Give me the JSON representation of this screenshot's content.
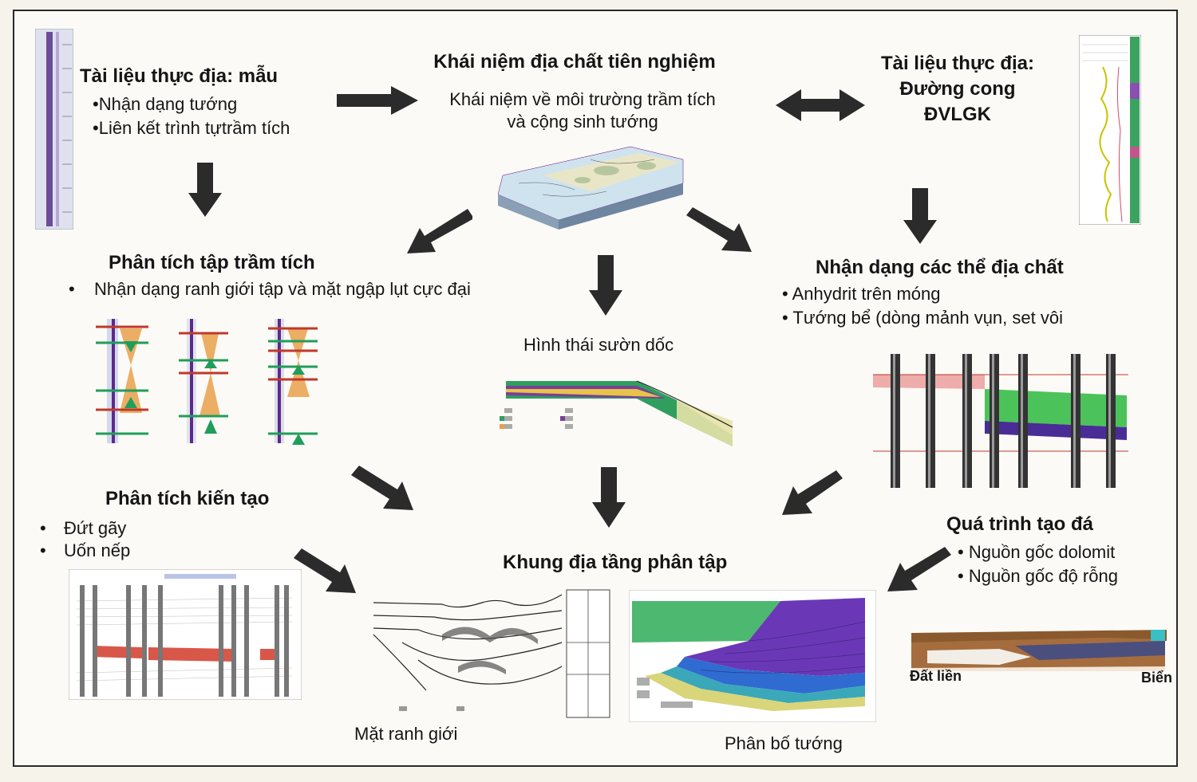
{
  "top_left": {
    "title": "Tài liệu thực địa: mẫu",
    "items": [
      "•Nhận dạng tướng",
      "•Liên kết trình tựtrầm tích"
    ]
  },
  "top_center": {
    "title": "Khái niệm địa chất tiên nghiệm",
    "line1": "Khái niệm về môi trường trầm tích",
    "line2": "và cộng sinh tướng"
  },
  "top_right": {
    "line1": "Tài liệu thực địa:",
    "line2": "Đường cong",
    "line3": "ĐVLGK"
  },
  "sequence_analysis": {
    "title": "Phân tích tập trầm tích",
    "bullet": "•",
    "item": "Nhận dạng ranh giới tập và mặt ngập lụt cực đại"
  },
  "slope": {
    "title": "Hình thái sườn dốc"
  },
  "geobodies": {
    "title": "Nhận dạng các thể địa chất",
    "items": [
      "• Anhydrit trên móng",
      "• Tướng bể (dòng mảnh vụn, set vôi"
    ]
  },
  "tectonics": {
    "title": "Phân tích kiến tạo",
    "bullet": "•",
    "items": [
      "Đứt gãy",
      "Uốn nếp"
    ]
  },
  "diagenesis": {
    "title": "Quá trình tạo đá",
    "items": [
      "• Nguồn gốc dolomit",
      "• Nguồn gốc độ rỗng"
    ],
    "label_left": "Đất liền",
    "label_right": "Biển"
  },
  "framework": {
    "title": "Khung địa tầng phân tập",
    "label_left": "Mặt ranh giới",
    "label_right": "Phân bố tướng"
  },
  "colors": {
    "arrow": "#2b2b2b",
    "green": "#1f9e5a",
    "red": "#c0392b",
    "purple": "#5b2a8c",
    "orange": "#e8a04a"
  }
}
